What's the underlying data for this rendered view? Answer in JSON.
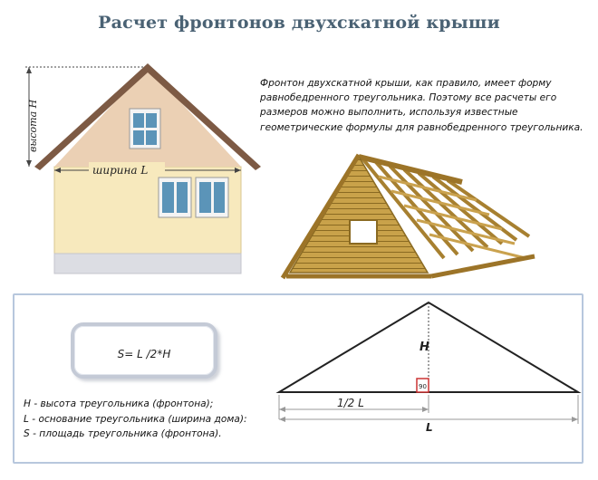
{
  "title": "Расчет фронтонов двухскатной крыши",
  "description": [
    "Фронтон двухскатной крыши, как правило, имеет форму",
    "равнобедренного треугольника. Поэтому все расчеты его",
    "размеров  можно выполнить, используя известные",
    "геометрические формулы для равнобедренного треугольника."
  ],
  "house": {
    "height_label": "высота H",
    "width_label": "ширина L"
  },
  "formula": "S= L /2*H",
  "legend": [
    "H - высота треугольника (фронтона);",
    "L - основание треугольника (ширина дома):",
    "S - площадь треугольника (фронтона)."
  ],
  "diagram": {
    "height_label": "H",
    "right_angle_label": "90",
    "half_base_label": "1/2 L",
    "base_label": "L"
  },
  "colors": {
    "title": "#4a6274",
    "roof_trim": "#7d5a44",
    "gable_fill": "#ebd0b4",
    "wall_fill": "#f7e9bd",
    "window_frame": "#f4f4f4",
    "window_glass": "#5b94b8",
    "foundation": "#dcdde3",
    "timber": "#b9923c",
    "right_angle_marker": "#cc3333",
    "box_border": "#b7c7dd"
  }
}
